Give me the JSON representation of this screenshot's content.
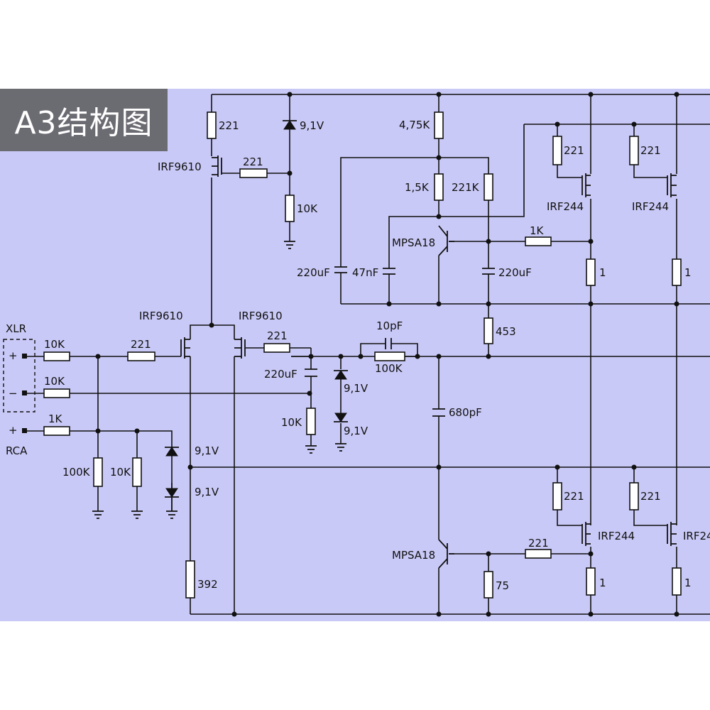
{
  "title": "A3结构图",
  "colors": {
    "page": "#ffffff",
    "schematic_bg": "#c9c9f7",
    "wire": "#111111",
    "title_bg": "#6b6b72",
    "title_text": "#ffffff"
  },
  "labels": {
    "xlr": "XLR",
    "rca": "RCA",
    "plus": "+",
    "minus": "−",
    "r_in_plus": "10K",
    "r_in_minus": "10K",
    "r_rca": "1K",
    "r_gate_left": "221",
    "r_gate_right": "221",
    "r_100k_shunt": "100K",
    "r_10k_shunt": "10K",
    "z_91_a": "9,1V",
    "z_91_b": "9,1V",
    "q_left": "IRF9610",
    "q_right": "IRF9610",
    "q_top": "IRF9610",
    "r_top_221": "221",
    "r_top_gate": "221",
    "z_top": "9,1V",
    "r_top_10k": "10K",
    "r_392": "392",
    "c_in": "220uF",
    "r_in_10k": "10K",
    "z_mid_a": "9,1V",
    "z_mid_b": "9,1V",
    "c_10pf": "10pF",
    "r_100k_fb": "100K",
    "c_680pf": "680pF",
    "r_475k": "4,75K",
    "r_15k": "1,5K",
    "r_221k": "221K",
    "q_mpsa_top": "MPSA18",
    "q_mpsa_bot": "MPSA18",
    "c_220uf_a": "220uF",
    "c_47nf": "47nF",
    "c_220uf_b": "220uF",
    "r_453": "453",
    "r_1k_top": "1K",
    "r_221_bot": "221",
    "r_75": "75",
    "r_g_a": "221",
    "r_g_b": "221",
    "r_g_c": "221",
    "r_g_d": "221",
    "q_irf244_a": "IRF244",
    "q_irf244_b": "IRF244",
    "q_irf244_c": "IRF244",
    "q_irf244_d": "IRF24",
    "r_s_a": "1",
    "r_s_b": "1",
    "r_s_c": "1",
    "r_s_d": "1"
  }
}
